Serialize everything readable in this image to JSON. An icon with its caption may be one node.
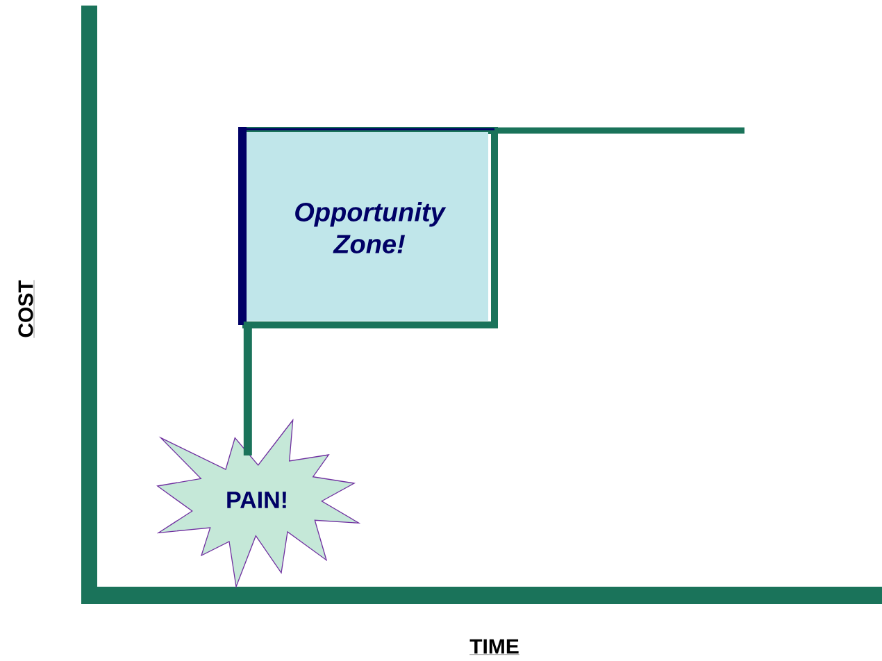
{
  "diagram": {
    "nodes": [
      {
        "text": [
          "Opportunity Zone!"
        ]
      },
      {
        "text": [
          "PAIN!"
        ]
      }
    ],
    "edges": [
      {
        "from": 1,
        "to": 0,
        "arrow": "none"
      }
    ],
    "labels": [
      "COST",
      "TIME"
    ]
  }
}
